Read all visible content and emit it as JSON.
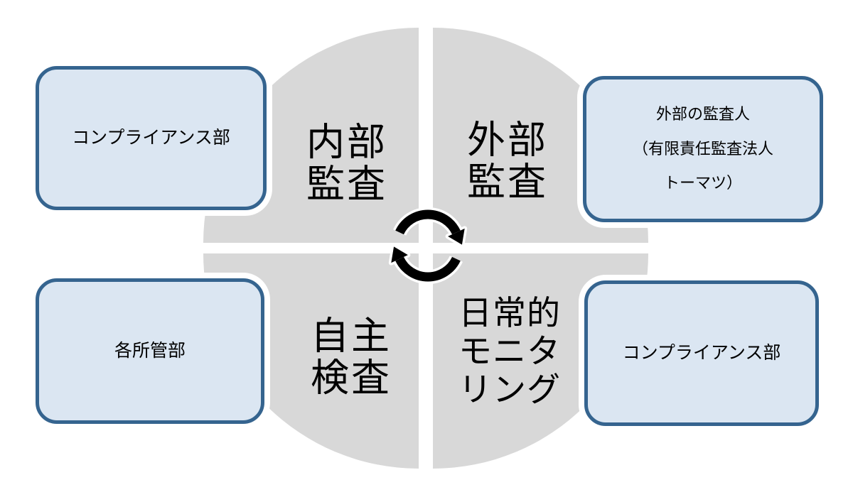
{
  "colors": {
    "circle_gray": "#d8d8d8",
    "box_fill": "#dbe6f2",
    "box_border": "#35648f",
    "text": "#000000",
    "icon": "#000000"
  },
  "quadrants": [
    {
      "name": "internal-audit",
      "lines": [
        "内部",
        "監査"
      ]
    },
    {
      "name": "external-audit",
      "lines": [
        "外部",
        "監査"
      ]
    },
    {
      "name": "self-inspection",
      "lines": [
        "自主",
        "検査"
      ]
    },
    {
      "name": "daily-monitoring",
      "lines": [
        "日常的",
        "モニタ",
        "リング"
      ]
    }
  ],
  "callouts": [
    {
      "name": "internal-audit-owner",
      "lines": [
        "コンプライアンス部"
      ]
    },
    {
      "name": "external-audit-owner",
      "lines": [
        "外部の監査人",
        "（有限責任監査法人",
        "トーマツ）"
      ]
    },
    {
      "name": "self-inspection-owner",
      "lines": [
        "各所管部"
      ]
    },
    {
      "name": "daily-monitoring-owner",
      "lines": [
        "コンプライアンス部"
      ]
    }
  ],
  "icons": {
    "center": "cycle-arrows-icon"
  }
}
